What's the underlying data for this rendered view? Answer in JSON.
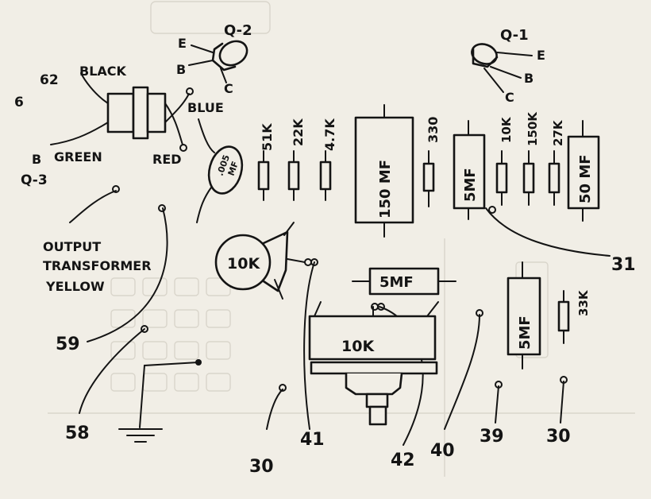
{
  "transistors": {
    "q2": {
      "label": "Q-2",
      "e": "E",
      "b": "B",
      "c": "C"
    },
    "q1": {
      "label": "Q-1",
      "e": "E",
      "b": "B",
      "c": "C"
    }
  },
  "transformer": {
    "lead_62": "62",
    "lead_6": "6",
    "black": "BLACK",
    "blue": "BLUE",
    "green": "GREEN",
    "red": "RED",
    "b": "B",
    "q3": "Q-3",
    "caption_line1": "OUTPUT",
    "caption_line2": "TRANSFORMER",
    "caption_line3": "YELLOW"
  },
  "capacitor_disc": {
    "value_line1": ".005",
    "value_line2": "MF"
  },
  "resistors": {
    "r51k": "51K",
    "r22k": "22K",
    "r47k": "4.7K",
    "r330": "330",
    "r10k": "10K",
    "r150k": "150K",
    "r27k": "27K",
    "r33k": "33K"
  },
  "capacitors": {
    "c150": "150 MF",
    "c5a": "5MF",
    "c50": "50 MF",
    "c5b": "5MF",
    "c5c": "5MF"
  },
  "pots": {
    "trim": "10K",
    "volume": "10K"
  },
  "terminals": {
    "t31": "31",
    "t59": "59",
    "t58": "58",
    "t30a": "30",
    "t41": "41",
    "t42": "42",
    "t40": "40",
    "t39": "39",
    "t30b": "30"
  }
}
